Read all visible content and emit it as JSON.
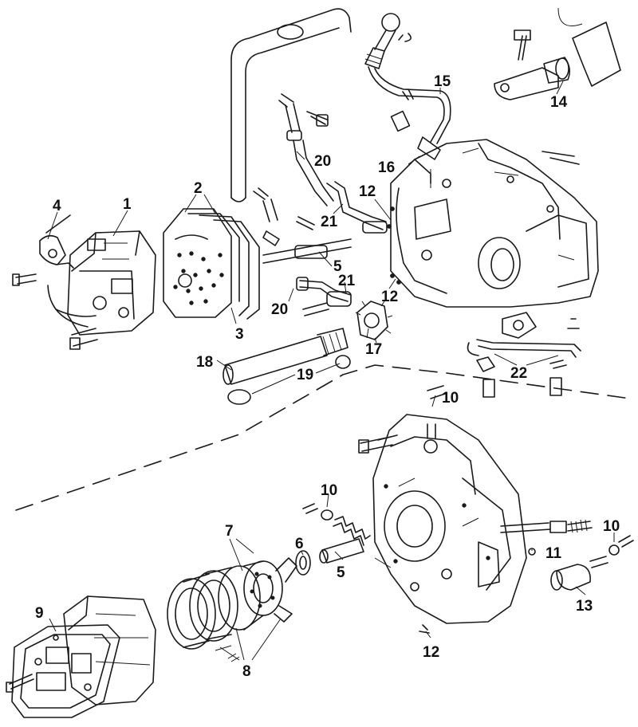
{
  "diagram": {
    "callouts": [
      {
        "id": "c1",
        "label": "1"
      },
      {
        "id": "c2",
        "label": "2"
      },
      {
        "id": "c3",
        "label": "3"
      },
      {
        "id": "c4",
        "label": "4"
      },
      {
        "id": "c5a",
        "label": "5"
      },
      {
        "id": "c5b",
        "label": "5"
      },
      {
        "id": "c6",
        "label": "6"
      },
      {
        "id": "c7",
        "label": "7"
      },
      {
        "id": "c8",
        "label": "8"
      },
      {
        "id": "c9",
        "label": "9"
      },
      {
        "id": "c10a",
        "label": "10"
      },
      {
        "id": "c10b",
        "label": "10"
      },
      {
        "id": "c10c",
        "label": "10"
      },
      {
        "id": "c11",
        "label": "11"
      },
      {
        "id": "c12a",
        "label": "12"
      },
      {
        "id": "c12b",
        "label": "12"
      },
      {
        "id": "c12c",
        "label": "12"
      },
      {
        "id": "c13",
        "label": "13"
      },
      {
        "id": "c14",
        "label": "14"
      },
      {
        "id": "c15",
        "label": "15"
      },
      {
        "id": "c16",
        "label": "16"
      },
      {
        "id": "c17",
        "label": "17"
      },
      {
        "id": "c18",
        "label": "18"
      },
      {
        "id": "c19",
        "label": "19"
      },
      {
        "id": "c20a",
        "label": "20"
      },
      {
        "id": "c20b",
        "label": "20"
      },
      {
        "id": "c21a",
        "label": "21"
      },
      {
        "id": "c21b",
        "label": "21"
      },
      {
        "id": "c22",
        "label": "22"
      }
    ],
    "colors": {
      "ink": "#1a1a1a",
      "paper": "#ffffff"
    }
  }
}
